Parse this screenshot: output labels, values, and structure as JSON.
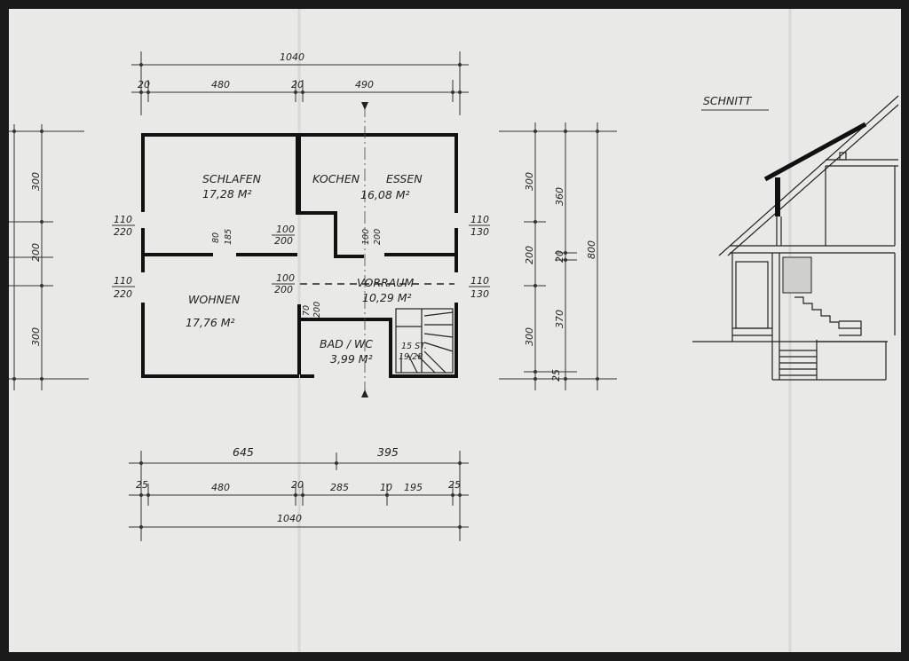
{
  "section_title": "SCHNITT",
  "rooms": {
    "schlafen": {
      "name": "SCHLAFEN",
      "area": "17,28 M²"
    },
    "kochen": {
      "name": "KOCHEN"
    },
    "essen": {
      "name": "ESSEN",
      "area": "16,08 M²"
    },
    "wohnen": {
      "name": "WOHNEN",
      "area": "17,76 M²"
    },
    "vorraum": {
      "name": "VORRAUM",
      "area": "10,29 M²"
    },
    "bad": {
      "name": "BAD / WC",
      "area": "3,99 M²"
    }
  },
  "stair": {
    "steps": "15 ST.",
    "ratio": "19/28"
  },
  "dimensions": {
    "top_total": "1040",
    "top_parts": [
      "20",
      "480",
      "20",
      "490"
    ],
    "left_parts": [
      "300",
      "200",
      "300"
    ],
    "bottom_upper": [
      "645",
      "395"
    ],
    "bottom_lower": [
      "25",
      "480",
      "20",
      "285",
      "10",
      "195",
      "25"
    ],
    "bottom_total": "1040",
    "right_outer": [
      "300",
      "200",
      "300",
      "25"
    ],
    "right_inner": [
      "360",
      "20",
      "370"
    ],
    "right_total": "800"
  },
  "openings": {
    "left_upper": {
      "top": "110",
      "bottom": "220"
    },
    "left_lower": {
      "top": "110",
      "bottom": "220"
    },
    "right_upper": {
      "top": "110",
      "bottom": "130"
    },
    "right_lower": {
      "top": "110",
      "bottom": "130"
    },
    "door_mid_upper": {
      "top": "100",
      "bottom": "200"
    },
    "door_mid_lower": {
      "top": "100",
      "bottom": "200"
    },
    "door_schlafen": [
      "80",
      "185"
    ],
    "door_kitchen": [
      "100",
      "200"
    ],
    "door_bad": [
      "70",
      "200"
    ]
  }
}
